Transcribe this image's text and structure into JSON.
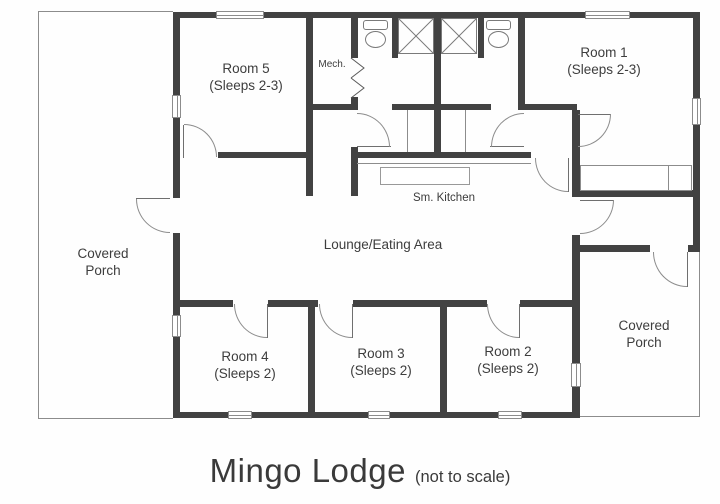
{
  "title": {
    "name": "Mingo Lodge",
    "note": "(not to scale)"
  },
  "floor_plan": {
    "rooms": {
      "room5": {
        "name": "Room 5",
        "sleeps": "(Sleeps 2-3)"
      },
      "room1": {
        "name": "Room 1",
        "sleeps": "(Sleeps 2-3)"
      },
      "room4": {
        "name": "Room 4",
        "sleeps": "(Sleeps 2)"
      },
      "room3": {
        "name": "Room 3",
        "sleeps": "(Sleeps 2)"
      },
      "room2": {
        "name": "Room 2",
        "sleeps": "(Sleeps 2)"
      }
    },
    "areas": {
      "mech": "Mech.",
      "kitchen": "Sm. Kitchen",
      "lounge": "Lounge/Eating Area",
      "porch_left": "Covered Porch",
      "porch_right": "Covered Porch"
    },
    "colors": {
      "wall": "#424242",
      "thin_line": "#8c8c8c",
      "text": "#3d3d3d"
    }
  }
}
